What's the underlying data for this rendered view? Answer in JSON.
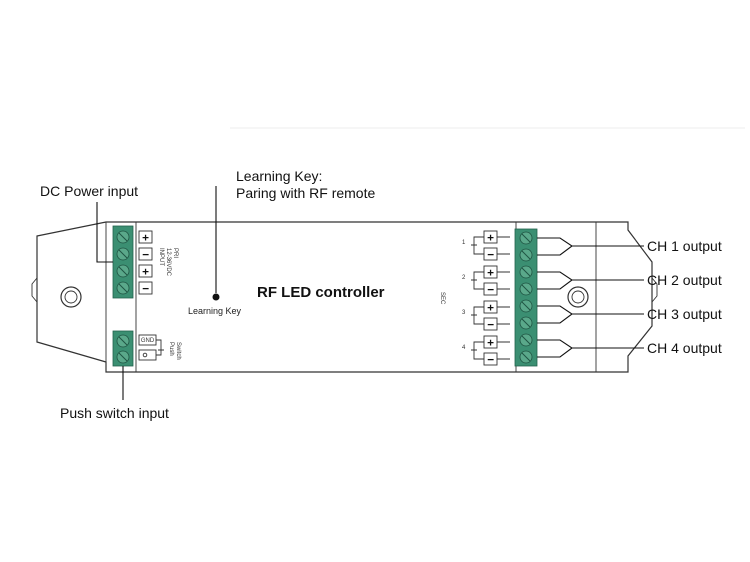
{
  "labels": {
    "dc_power_input": "DC Power input",
    "learning_key_title": "Learning Key:",
    "learning_key_desc": "Paring with RF remote",
    "push_switch_input": "Push switch input",
    "ch1_output": "CH 1 output",
    "ch2_output": "CH 2 output",
    "ch3_output": "CH 3 output",
    "ch4_output": "CH 4 output"
  },
  "device": {
    "title": "RF LED controller",
    "learning_key_label": "Learning  Key",
    "input_spec_line1": "INPUT",
    "input_spec_line2": "12-36VDC",
    "input_spec_line3": "PRI",
    "gnd_label": "GND",
    "push_label_line1": "Push",
    "push_label_line2": "Switch",
    "sec_label": "SEC",
    "channel_numbers": [
      "1",
      "2",
      "3",
      "4"
    ],
    "plus_sign": "+",
    "minus_sign": "−"
  },
  "colors": {
    "terminal_green": "#3b8f72",
    "outline": "#333333"
  }
}
